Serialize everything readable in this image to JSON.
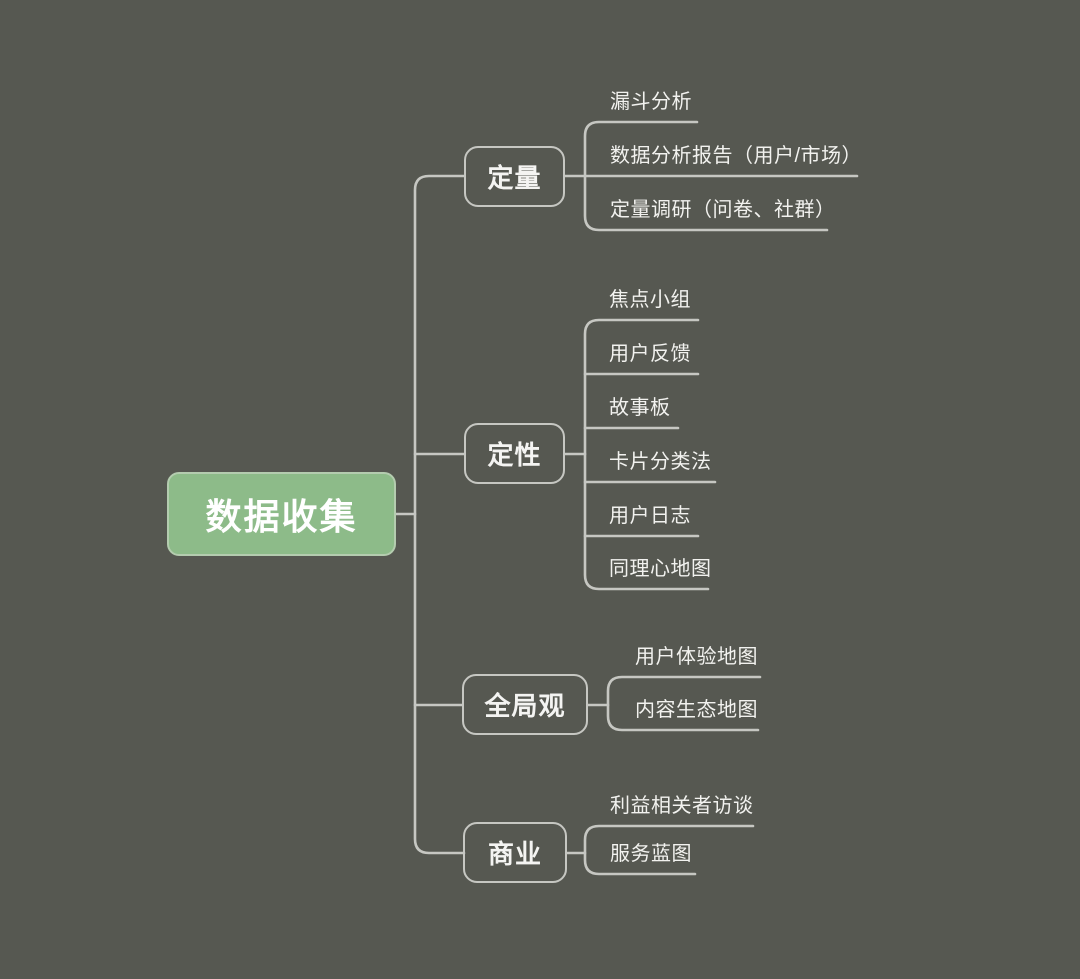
{
  "root": {
    "label": "数据收集"
  },
  "branches": [
    {
      "label": "定量",
      "children": [
        {
          "label": "漏斗分析"
        },
        {
          "label": "数据分析报告（用户/市场）"
        },
        {
          "label": "定量调研（问卷、社群）"
        }
      ]
    },
    {
      "label": "定性",
      "children": [
        {
          "label": "焦点小组"
        },
        {
          "label": "用户反馈"
        },
        {
          "label": "故事板"
        },
        {
          "label": "卡片分类法"
        },
        {
          "label": "用户日志"
        },
        {
          "label": "同理心地图"
        }
      ]
    },
    {
      "label": "全局观",
      "children": [
        {
          "label": "用户体验地图"
        },
        {
          "label": "内容生态地图"
        }
      ]
    },
    {
      "label": "商业",
      "children": [
        {
          "label": "利益相关者访谈"
        },
        {
          "label": "服务蓝图"
        }
      ]
    }
  ],
  "colors": {
    "background": "#565851",
    "connector": "#c6c7c2",
    "node_border": "#c6c7c2",
    "node_text": "#f4f4f2",
    "root_fill": "#8dbb89",
    "root_text": "#ffffff"
  }
}
